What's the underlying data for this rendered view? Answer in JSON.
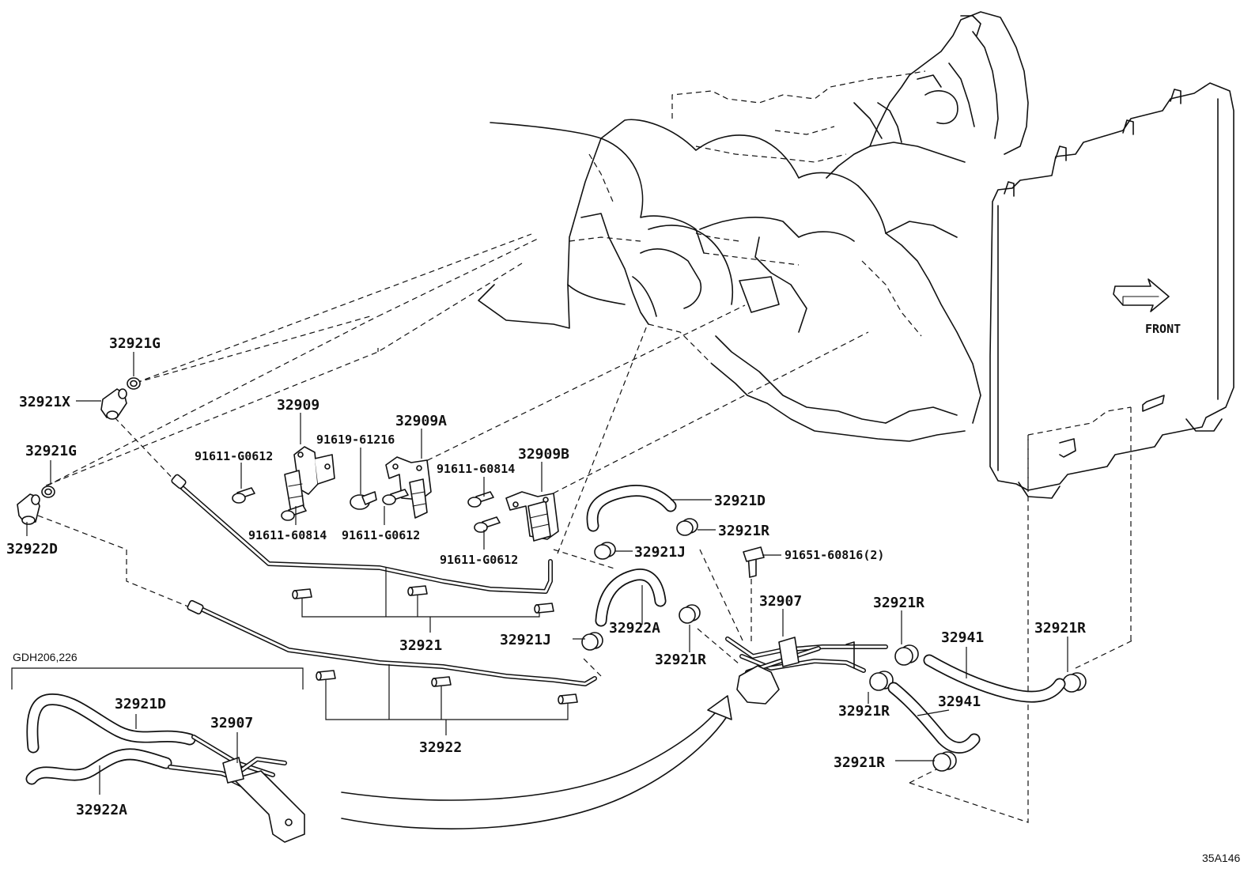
{
  "diagram": {
    "orientation_label": "FRONT",
    "figure_code": "35A146",
    "variant_note": "GDH206,226",
    "labels": {
      "p32921G_top": "32921G",
      "p32921X": "32921X",
      "p32921G_bottom": "32921G",
      "p32922D": "32922D",
      "p32909": "32909",
      "p32909A": "32909A",
      "p32909B": "32909B",
      "b91611G0612_a": "91611-G0612",
      "b91619_61216": "91619-61216",
      "b91611_60814_a": "91611-60814",
      "b91611_60814_b": "91611-60814",
      "b91611G0612_b": "91611-G0612",
      "b91611G0612_c": "91611-G0612",
      "p32921D_main": "32921D",
      "p32921R_1": "32921R",
      "b91651_60816": "91651-60816(2)",
      "p32921J_1": "32921J",
      "p32907_main": "32907",
      "p32921R_2": "32921R",
      "p32941_1": "32941",
      "p32921R_3": "32921R",
      "p32922A_main": "32922A",
      "p32921J_2": "32921J",
      "p32921R_4": "32921R",
      "p32921": "32921",
      "p32921R_5": "32921R",
      "p32941_2": "32941",
      "p32922": "32922",
      "p32921R_6": "32921R",
      "p32921D_inset": "32921D",
      "p32907_inset": "32907",
      "p32922A_inset": "32922A"
    },
    "icons": {
      "front_arrow": "front-direction-arrow-icon",
      "hose_clamp": "hose-clamp-icon",
      "bolt": "bolt-icon",
      "o_ring": "o-ring-icon",
      "union_fitting": "union-fitting-icon",
      "pipe_bracket": "pipe-bracket-icon",
      "grommet": "grommet-icon"
    }
  }
}
